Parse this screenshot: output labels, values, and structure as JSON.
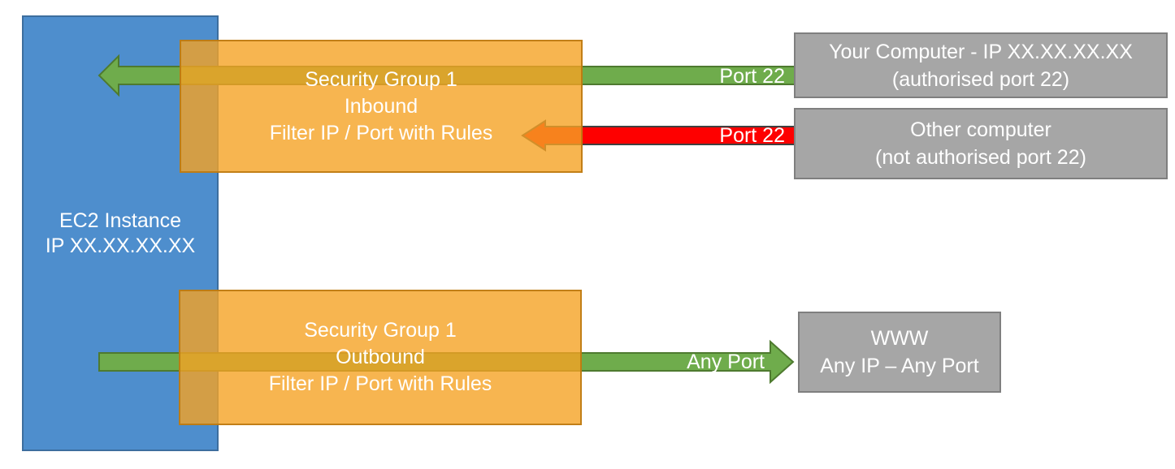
{
  "diagram": {
    "nodes": {
      "ec2_instance": {
        "lines": [
          "EC2 Instance",
          "IP XX.XX.XX.XX"
        ]
      },
      "security_group_inbound": {
        "lines": [
          "Security Group 1",
          "Inbound",
          "Filter IP / Port with Rules"
        ]
      },
      "security_group_outbound": {
        "lines": [
          "Security Group 1",
          "Outbound",
          "Filter IP / Port with Rules"
        ]
      },
      "your_computer": {
        "lines": [
          "Your Computer - IP XX.XX.XX.XX",
          "(authorised port 22)"
        ]
      },
      "other_computer": {
        "lines": [
          "Other computer",
          "(not authorised port 22)"
        ]
      },
      "www": {
        "lines": [
          "WWW",
          "Any IP – Any Port"
        ]
      }
    },
    "arrows": {
      "inbound_allowed": {
        "label": "Port 22",
        "direction": "left",
        "status": "allowed"
      },
      "inbound_blocked": {
        "label": "Port 22",
        "direction": "left",
        "status": "blocked"
      },
      "outbound_allowed": {
        "label": "Any Port",
        "direction": "right",
        "status": "allowed"
      }
    }
  },
  "colors": {
    "ec2_fill": "#4E8ECD",
    "ec2_border": "#3D6E9E",
    "security_group_fill": "#F5A224",
    "security_group_border": "#B8750D",
    "allowed_green_fill": "#6FAC4C",
    "allowed_green_border": "#4E7A2F",
    "blocked_red_fill": "#FE0000",
    "blocked_red_border": "#404040",
    "endpoint_gray_fill": "#A6A6A6",
    "endpoint_gray_border": "#7F7F7F",
    "text": "#FFFFFF"
  }
}
